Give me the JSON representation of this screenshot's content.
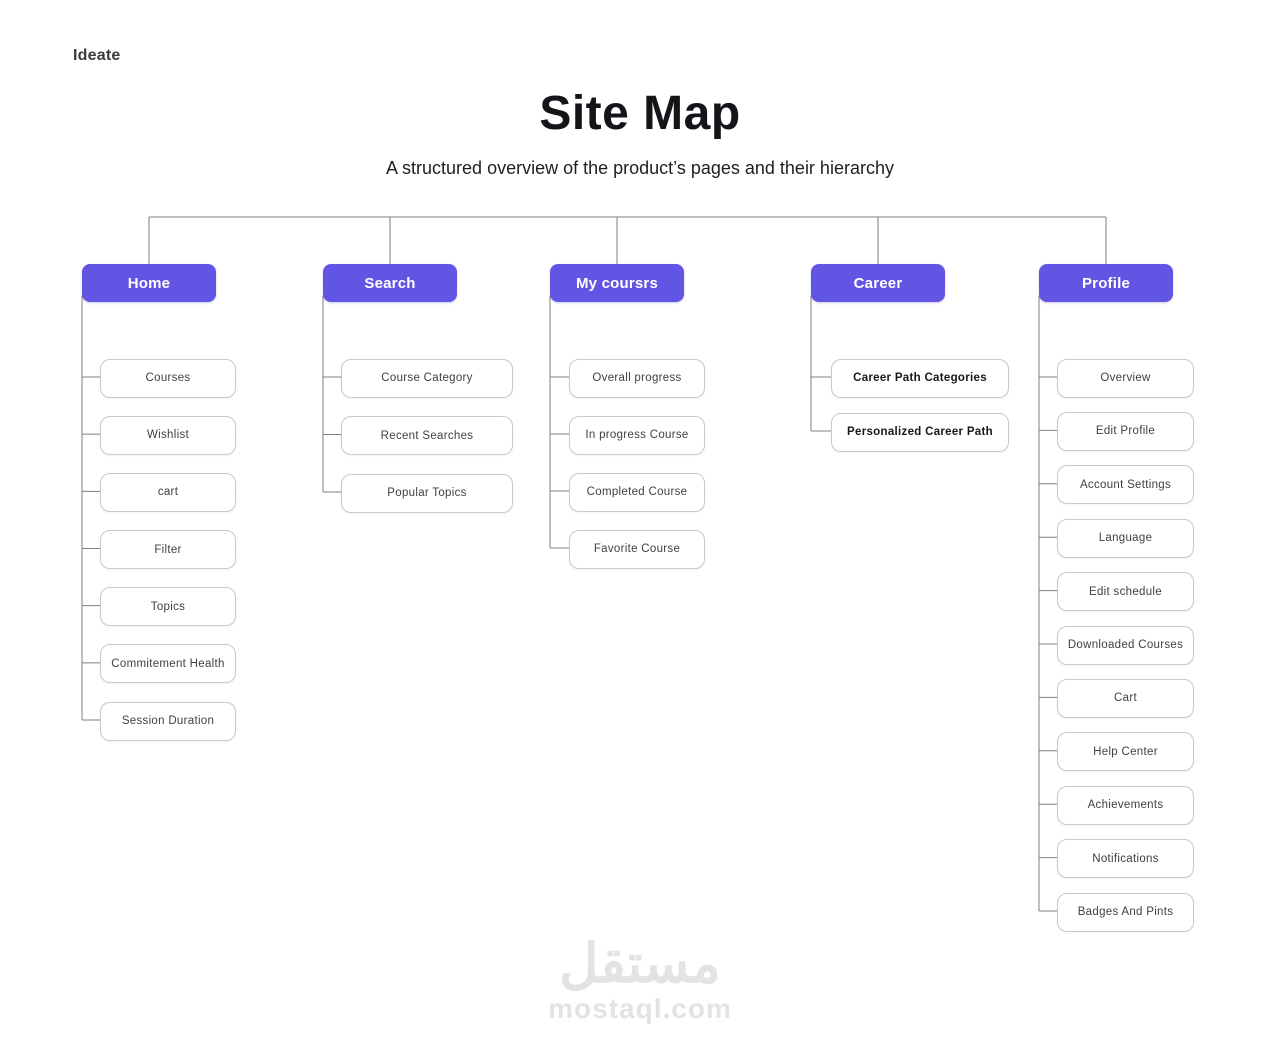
{
  "header": {
    "eyebrow": "Ideate",
    "title": "Site Map",
    "subtitle": "A structured overview of the product’s pages and their hierarchy"
  },
  "colors": {
    "accent": "#6355e3",
    "connector": "#7f7f7f",
    "node_border": "#c9c9cc",
    "node_text": "#3f3f46",
    "title_text": "#141419",
    "watermark": "#e3e3e3"
  },
  "sitemap": {
    "columns": [
      {
        "id": "home",
        "label": "Home",
        "children": [
          "Courses",
          "Wishlist",
          "cart",
          "Filter",
          "Topics",
          "Commitement Health",
          "Session Duration"
        ]
      },
      {
        "id": "search",
        "label": "Search",
        "children": [
          "Course Category",
          "Recent Searches",
          "Popular Topics"
        ]
      },
      {
        "id": "my-courses",
        "label": "My coursrs",
        "children": [
          "Overall progress",
          "In progress Course",
          "Completed Course",
          "Favorite Course"
        ]
      },
      {
        "id": "career",
        "label": "Career",
        "emphasized_children": true,
        "children": [
          "Career Path Categories",
          "Personalized Career Path"
        ]
      },
      {
        "id": "profile",
        "label": "Profile",
        "children": [
          "Overview",
          "Edit Profile",
          "Account Settings",
          "Language",
          "Edit schedule",
          "Downloaded Courses",
          "Cart",
          "Help Center",
          "Achievements",
          "Notifications",
          "Badges And Pints"
        ]
      }
    ]
  },
  "watermark": {
    "arabic": "مستقل",
    "domain": "mostaql.com"
  }
}
